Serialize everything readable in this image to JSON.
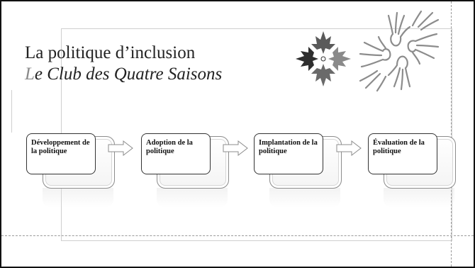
{
  "slide": {
    "title": "La politique d’inclusion",
    "subtitle_first": "L",
    "subtitle_rest": "e Club des Quatre Saisons"
  },
  "steps": [
    {
      "label": "Développement de la politique"
    },
    {
      "label": "Adoption de la politique"
    },
    {
      "label": "Implantation de la politique"
    },
    {
      "label": "Évaluation de la politique"
    }
  ],
  "icons": {
    "leaves": "maple-leaves-logo",
    "hands": "hands-circle-illustration",
    "arrow": "right-arrow-outline"
  },
  "colors": {
    "border": "#111111",
    "guide": "#9a9a9a",
    "text": "#222222"
  }
}
